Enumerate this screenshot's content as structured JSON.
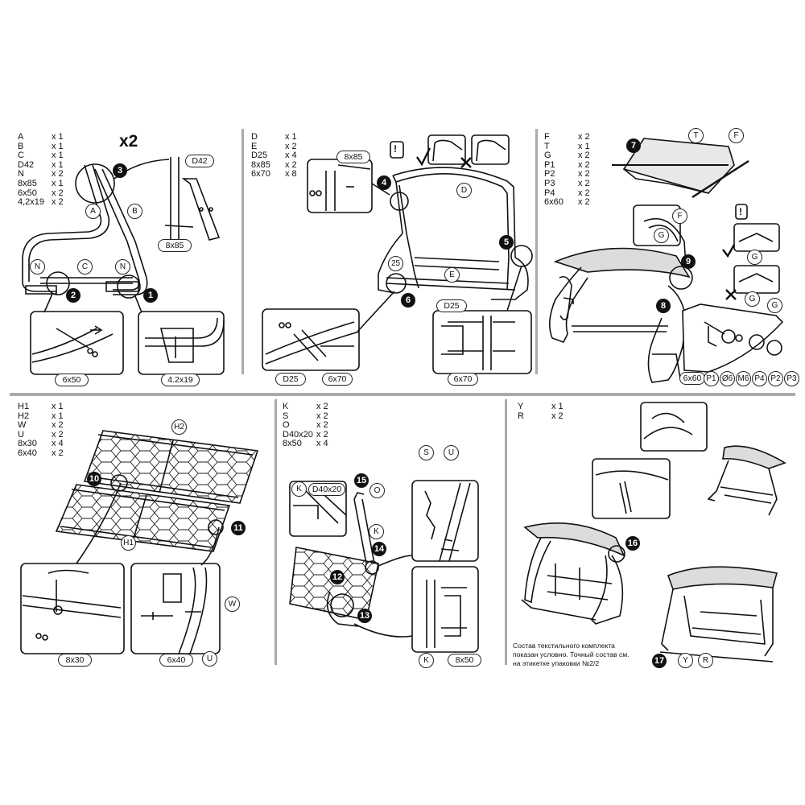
{
  "panels": [
    {
      "parts": [
        [
          "A",
          "x 1"
        ],
        [
          "B",
          "x 1"
        ],
        [
          "C",
          "x 1"
        ],
        [
          "D42",
          "x 1"
        ],
        [
          "N",
          "x 2"
        ],
        [
          "8x85",
          "x 1"
        ],
        [
          "6x50",
          "x 2"
        ],
        [
          "4,2x19",
          "x 2"
        ]
      ],
      "multiplier": "x2",
      "callouts": {
        "a": "A",
        "b": "B",
        "c": "C",
        "n1": "N",
        "n2": "N"
      },
      "boxes": {
        "d42": "D42",
        "s8x85": "8x85",
        "s6x50": "6x50",
        "s42x19": "4.2x19"
      },
      "steps": {
        "s1": "1",
        "s2": "2",
        "s3": "3"
      }
    },
    {
      "parts": [
        [
          "D",
          "x 1"
        ],
        [
          "E",
          "x 2"
        ],
        [
          "D25",
          "x 4"
        ],
        [
          "8x85",
          "x 2"
        ],
        [
          "6x70",
          "x 8"
        ]
      ],
      "callouts": {
        "d": "D",
        "e": "E",
        "n25": "25"
      },
      "boxes": {
        "s8x85": "8x85",
        "d25a": "D25",
        "d25b": "D25",
        "s6x70a": "6x70",
        "s6x70b": "6x70"
      },
      "steps": {
        "s4": "4",
        "s5": "5",
        "s6": "6"
      }
    },
    {
      "parts": [
        [
          "F",
          "x 2"
        ],
        [
          "T",
          "x 1"
        ],
        [
          "G",
          "x 2"
        ],
        [
          "P1",
          "x 2"
        ],
        [
          "P2",
          "x 2"
        ],
        [
          "P3",
          "x 2"
        ],
        [
          "P4",
          "x 2"
        ],
        [
          "6x60",
          "x 2"
        ]
      ],
      "callouts": {
        "t": "T",
        "f1": "F",
        "f2": "F",
        "g1": "G",
        "g2": "G",
        "g3": "G",
        "g4": "G",
        "s6x60": "6x60",
        "p1": "P1",
        "o6": "Ø6",
        "m6": "M6",
        "p4": "P4",
        "p2": "P2",
        "p3": "P3"
      },
      "steps": {
        "s7": "7",
        "s8": "8",
        "s9": "9"
      }
    },
    {
      "parts": [
        [
          "H1",
          "x 1"
        ],
        [
          "H2",
          "x 1"
        ],
        [
          "W",
          "x 2"
        ],
        [
          "U",
          "x 2"
        ],
        [
          "8x30",
          "x 4"
        ],
        [
          "6x40",
          "x 2"
        ]
      ],
      "callouts": {
        "h1": "H1",
        "h2": "H2",
        "w": "W",
        "u": "U"
      },
      "boxes": {
        "s8x30": "8x30",
        "s6x40": "6x40"
      },
      "steps": {
        "s10": "10",
        "s11": "11"
      }
    },
    {
      "parts": [
        [
          "K",
          "x 2"
        ],
        [
          "S",
          "x 2"
        ],
        [
          "O",
          "x 2"
        ],
        [
          "D40x20",
          "x 2"
        ],
        [
          "8x50",
          "x 4"
        ]
      ],
      "callouts": {
        "k1": "K",
        "k2": "K",
        "k3": "K",
        "o": "O",
        "s": "S",
        "u": "U"
      },
      "boxes": {
        "d40x20": "D40x20",
        "s8x50": "8x50"
      },
      "steps": {
        "s12": "12",
        "s13": "13",
        "s14": "14",
        "s15": "15"
      }
    },
    {
      "parts": [
        [
          "Y",
          "x 1"
        ],
        [
          "R",
          "x 2"
        ]
      ],
      "callouts": {
        "y": "Y",
        "r": "R"
      },
      "steps": {
        "s16": "16",
        "s17": "17"
      },
      "note": [
        "Состав текстильного комплекта",
        "показан условно. Точный состав см.",
        "на этикетке упаковки №2/2"
      ]
    }
  ],
  "colors": {
    "ink": "#111111",
    "divider": "#a8a8a8",
    "canopy": "#dcdcdc"
  }
}
